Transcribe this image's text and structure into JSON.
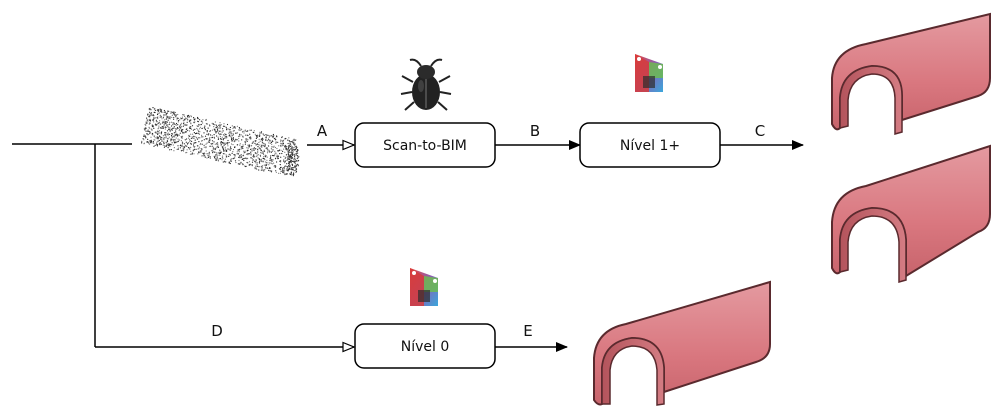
{
  "nodes": {
    "scan_to_bim": {
      "label": "Scan-to-BIM"
    },
    "nivel_1": {
      "label": "Nível 1+"
    },
    "nivel_0": {
      "label": "Nível 0"
    }
  },
  "edges": {
    "a": "A",
    "b": "B",
    "c": "C",
    "d": "D",
    "e": "E"
  },
  "icons": {
    "scanner": "beetle-icon",
    "software_top": "dynamo-logo-icon",
    "software_bottom": "dynamo-logo-icon",
    "point_cloud": "point-cloud-cylinder"
  },
  "colors": {
    "tunnel_surface": "#d9777f",
    "tunnel_edge": "#5a2a2e",
    "line": "#000000"
  }
}
